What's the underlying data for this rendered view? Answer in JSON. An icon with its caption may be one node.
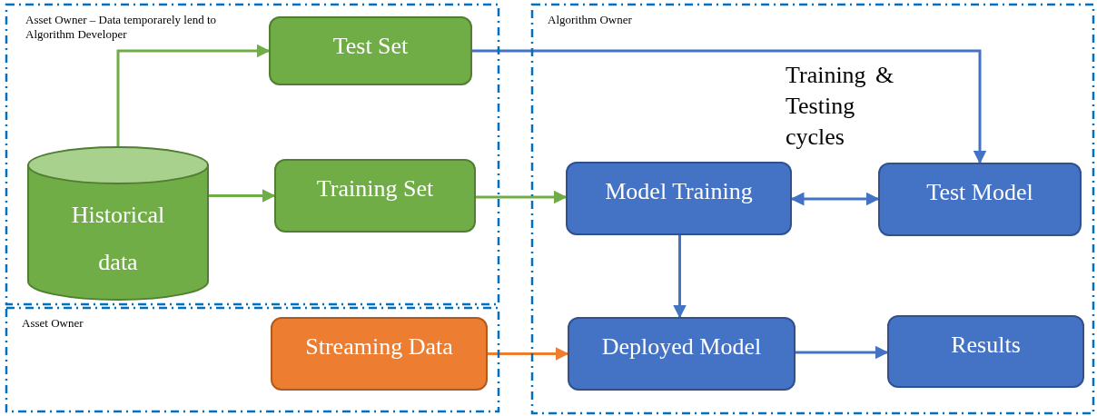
{
  "diagram": {
    "nodes": [
      {
        "text": [
          "Asset Owner – Data temporarely lend to Algorithm Developer"
        ]
      },
      {
        "text": [
          "Test Set"
        ],
        "in": 0
      },
      {
        "text": [
          "Historical data"
        ],
        "in": 0
      },
      {
        "text": [
          "Training Set"
        ],
        "in": 0
      },
      {
        "text": [
          "Asset Owner"
        ]
      },
      {
        "text": [
          "Streaming Data"
        ],
        "in": 4
      },
      {
        "text": [
          "Algorithm Owner"
        ]
      },
      {
        "text": [
          "Model Training"
        ],
        "in": 6
      },
      {
        "text": [
          "Test Model"
        ],
        "in": 6
      },
      {
        "text": [
          "Deployed Model"
        ],
        "in": 6
      },
      {
        "text": [
          "Results"
        ],
        "in": 6
      }
    ],
    "edges": [
      {
        "from": 2,
        "to": 1,
        "arrow": "to",
        "color": "#70ad47"
      },
      {
        "from": 2,
        "to": 3,
        "arrow": "to",
        "color": "#70ad47"
      },
      {
        "from": 3,
        "to": 7,
        "arrow": "to",
        "color": "#70ad47"
      },
      {
        "from": 1,
        "to": 8,
        "arrow": "to"
      },
      {
        "from": 7,
        "to": 8,
        "arrow": "both"
      },
      {
        "from": 7,
        "to": 9,
        "arrow": "to"
      },
      {
        "from": 5,
        "to": 9,
        "arrow": "to",
        "color": "#ed7d31"
      },
      {
        "from": 9,
        "to": 10,
        "arrow": "to"
      }
    ],
    "labels": [
      "Training & Testing cycles"
    ]
  }
}
